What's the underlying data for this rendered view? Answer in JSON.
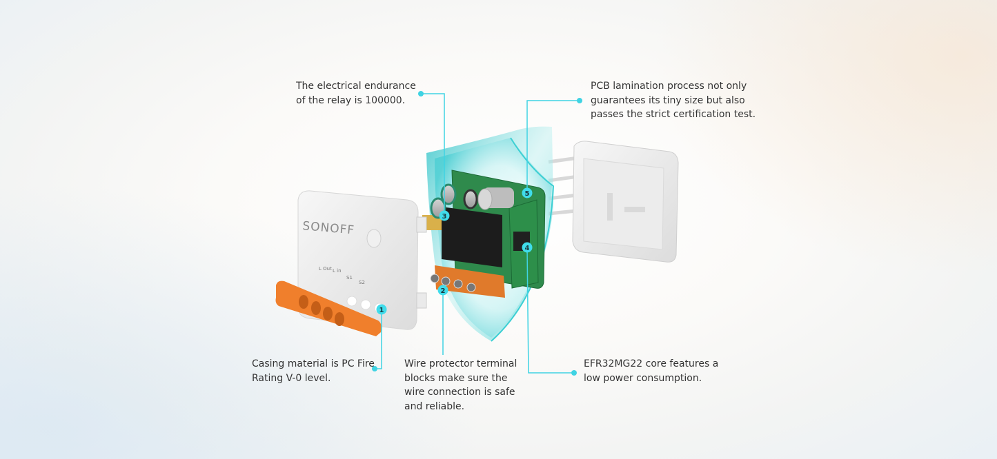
{
  "product": {
    "brand_logo": "SONOFF",
    "terminal_labels": [
      "L Out",
      "L in",
      "S1",
      "S2"
    ]
  },
  "colors": {
    "accent": "#3fd3e3",
    "terminal_orange": "#f07f2c",
    "shield": "#3cc9cf"
  },
  "callouts": [
    {
      "number": "1",
      "lines": [
        "Casing material is PC Fire",
        "Rating V-0 level."
      ]
    },
    {
      "number": "2",
      "lines": [
        "Wire protector terminal",
        "blocks make sure the",
        "wire connection is safe",
        "and reliable."
      ]
    },
    {
      "number": "3",
      "lines": [
        "The electrical endurance",
        "of the relay is 100000."
      ]
    },
    {
      "number": "4",
      "lines": [
        "EFR32MG22 core features a",
        "low power consumption."
      ]
    },
    {
      "number": "5",
      "lines": [
        "PCB lamination process not only",
        "guarantees its tiny size but also",
        "passes the strict certification test."
      ]
    }
  ]
}
